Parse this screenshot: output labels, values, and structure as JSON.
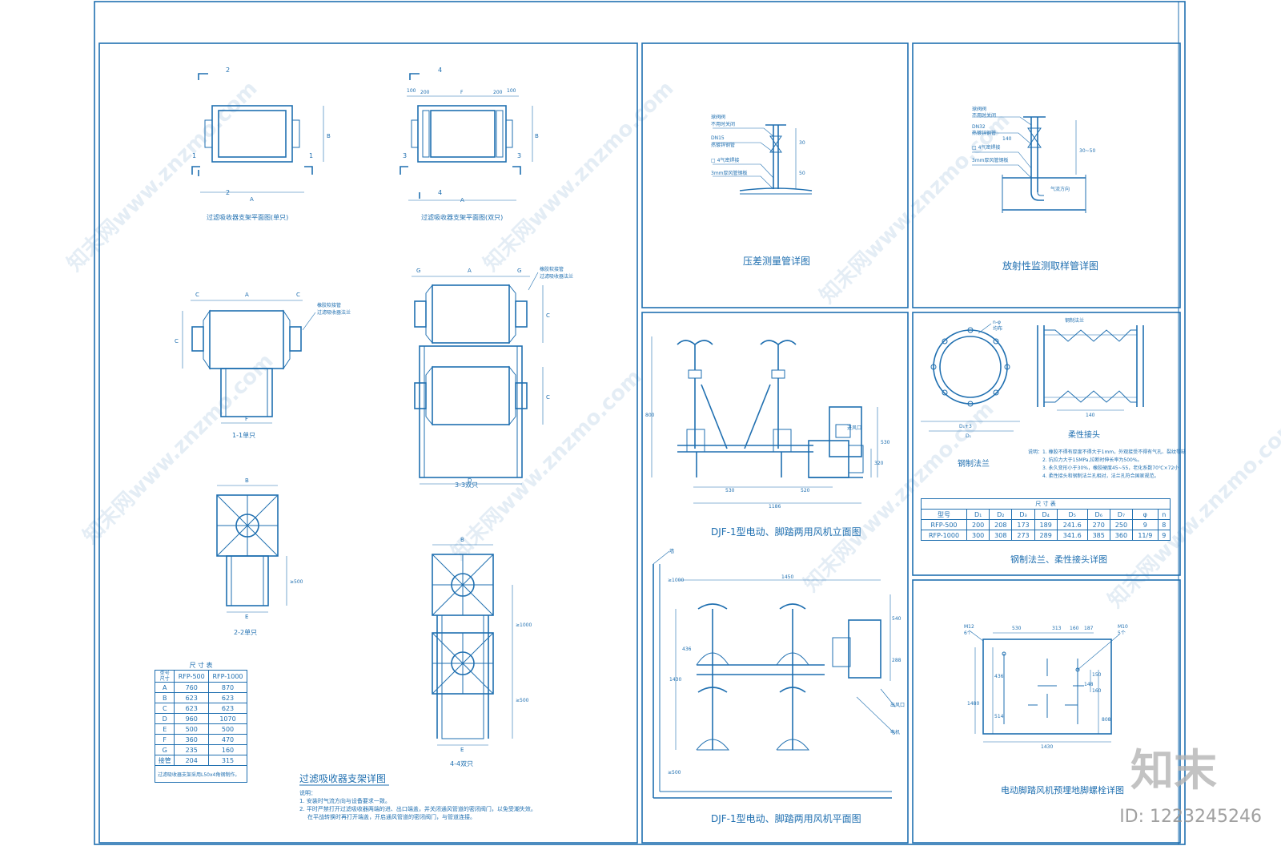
{
  "panels": {
    "filter": {
      "title": "过滤吸收器支架详图",
      "view_plan_single": "过滤吸收器支架平面图(单只)",
      "view_plan_double": "过滤吸收器支架平面图(双只)",
      "view_1_1": "1-1单只",
      "view_3_3": "3-3双只",
      "view_2_2": "2-2单只",
      "view_4_4": "4-4双只",
      "label_rubber_joint": "橡胶软接管",
      "label_filter_flange": "过滤吸收器法兰",
      "notes_head": "说明：",
      "note1": "1. 安装时气流方向与设备要求一致。",
      "note2": "2. 平时严禁打开过滤吸收器两端的进、出口端盖，并关闭通风管道的密闭阀门，以免受潮失效。",
      "note3": "在平战转换时再打开端盖，开启通风管道的密闭阀门，与管道连接。",
      "dims": {
        "d100a": "100",
        "d200a": "200",
        "dF": "F",
        "d200b": "200",
        "d100b": "100",
        "dA": "A",
        "dB": "B",
        "dC": "C",
        "dD": "D",
        "dE": "E",
        "dG": "G",
        "d500a": "≥500",
        "d1000": "≥1000",
        "d500b": "≥500",
        "n1": "1",
        "n2": "2",
        "n3": "3",
        "n4": "4"
      }
    },
    "pressure": {
      "title": "压差测量管详图",
      "l1": "球阀阀",
      "l2": "不用时关闭",
      "l3": "DN15",
      "l4": "热镀锌钢管",
      "l5": "□ 4气密焊接",
      "l6": "3mm厚风管钢板",
      "d1": "30",
      "d2": "50"
    },
    "radiation": {
      "title": "放射性监测取样管详图",
      "l1": "球阀阀",
      "l2": "不用时关闭",
      "l3": "DN32",
      "l4": "热镀锌钢管",
      "l5": "□ 4气密焊接",
      "l6": "3mm厚风管钢板",
      "l7": "气流方向",
      "d1": "30~50",
      "d2": "140"
    },
    "elevation": {
      "title": "DJF-1型电动、脚踏两用风机立面图",
      "l1": "进风口",
      "d1": "800",
      "d2": "530",
      "d3": "520",
      "d4": "1186",
      "d5": "530",
      "d6": "320"
    },
    "plan": {
      "title": "DJF-1型电动、脚踏两用风机平面图",
      "l1": "墙",
      "l2": "出风口",
      "l3": "电机",
      "d1": "≥1000",
      "d2": "1450",
      "d3": "540",
      "d4": "436",
      "d5": "1430",
      "d6": "288",
      "d7": "≥500"
    },
    "flange": {
      "title_flange": "钢制法兰",
      "title_joint": "柔性接头",
      "title": "钢制法兰、柔性接头详图",
      "l1": "n-φ",
      "l2": "均布",
      "l3": "钢制法兰",
      "d1": "D₁+3",
      "d2": "D₁",
      "d3": "140",
      "notes_head": "说明：",
      "note1": "1. 橡胶不得有厚度不得大于1mm，外观接受不得有气孔、裂纹等缺",
      "note2": "2. 抗拉力大于15MPa,拉断时伸长率为500%。",
      "note3": "3. 永久变形小于30%，橡胶硬度45~55，老化系数70℃×72小",
      "note4": "4. 柔性接头和钢制法兰孔相对，法兰孔符合国家规范。"
    },
    "bolt": {
      "title": "电动脚踏风机预埋地脚螺栓详图",
      "l1": "M12",
      "l2": "6个",
      "l3": "M10",
      "l4": "5个",
      "d1": "530",
      "d2": "313",
      "d3": "160",
      "d4": "187",
      "d5": "436",
      "d6": "1480",
      "d7": "514",
      "d8": "150",
      "d9": "148",
      "d10": "160",
      "d11": "808",
      "d12": "1430"
    }
  },
  "filter_table": {
    "title": "尺 寸 表",
    "corner_top": "型号",
    "corner_bottom": "尺寸",
    "cols": [
      "RFP-500",
      "RFP-1000"
    ],
    "rows": [
      {
        "k": "A",
        "v": [
          "760",
          "870"
        ]
      },
      {
        "k": "B",
        "v": [
          "623",
          "623"
        ]
      },
      {
        "k": "C",
        "v": [
          "623",
          "623"
        ]
      },
      {
        "k": "D",
        "v": [
          "960",
          "1070"
        ]
      },
      {
        "k": "E",
        "v": [
          "500",
          "500"
        ]
      },
      {
        "k": "F",
        "v": [
          "360",
          "470"
        ]
      },
      {
        "k": "G",
        "v": [
          "235",
          "160"
        ]
      },
      {
        "k": "接管",
        "v": [
          "204",
          "315"
        ]
      }
    ],
    "footnote": "过滤吸收器支架采用L50x4角钢制作。"
  },
  "flange_table": {
    "title": "尺 寸 表",
    "header": [
      "型号",
      "D₁",
      "D₂",
      "D₃",
      "D₄",
      "D₅",
      "D₆",
      "D₇",
      "φ",
      "n"
    ],
    "rows": [
      [
        "RFP-500",
        "200",
        "208",
        "173",
        "189",
        "241.6",
        "270",
        "250",
        "9",
        "8"
      ],
      [
        "RFP-1000",
        "300",
        "308",
        "273",
        "289",
        "341.6",
        "385",
        "360",
        "11/9",
        "9"
      ]
    ]
  },
  "watermark": {
    "text": "知末网www.znzmo.com",
    "brand": "知末",
    "id": "ID: 1223245246"
  }
}
